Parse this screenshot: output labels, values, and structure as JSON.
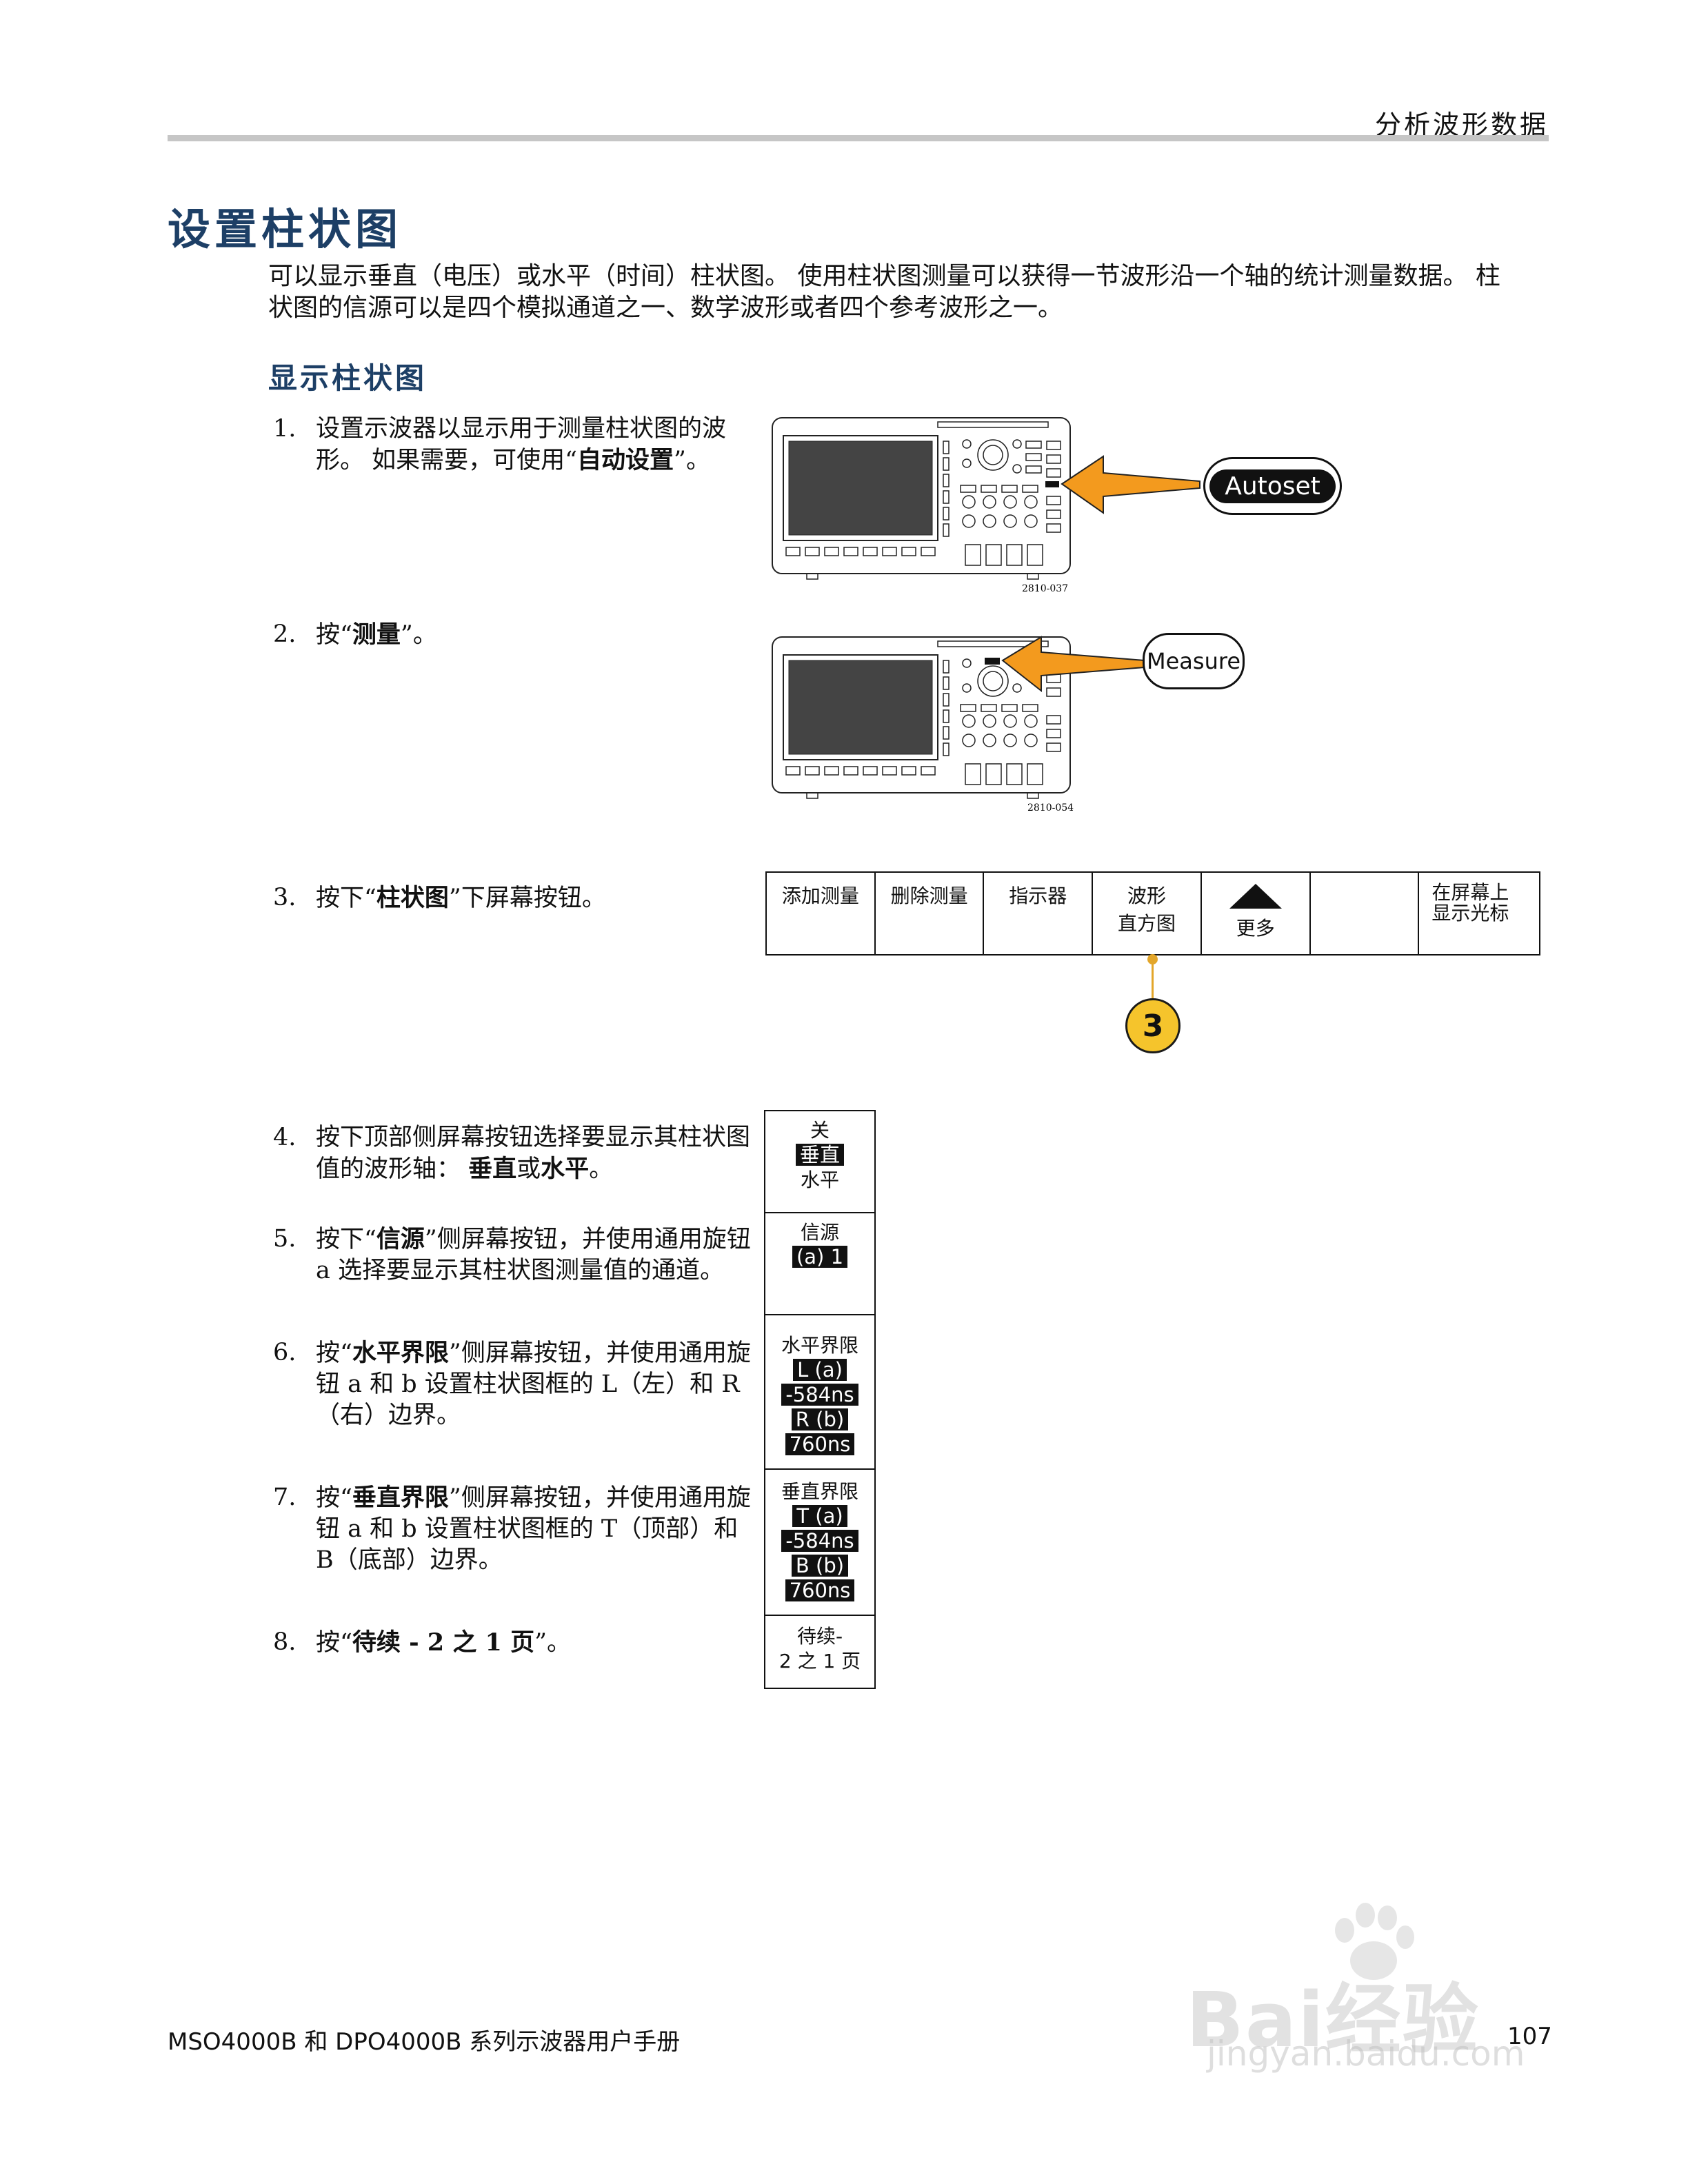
{
  "header": {
    "section": "分析波形数据"
  },
  "title": "设置柱状图",
  "intro": "可以显示垂直（电压）或水平（时间）柱状图。 使用柱状图测量可以获得一节波形沿一个轴的统计测量数据。 柱状图的信源可以是四个模拟通道之一、数学波形或者四个参考波形之一。",
  "subtitle": "显示柱状图",
  "steps": [
    {
      "num": "1.",
      "pre": "设置示波器以显示用于测量柱状图的波形。 如果需要，可使用“",
      "bold": "自动设置",
      "post": "”。"
    },
    {
      "num": "2.",
      "pre": "按“",
      "bold": "测量",
      "post": "”。"
    },
    {
      "num": "3.",
      "pre": "按下“",
      "bold": "柱状图",
      "post": "”下屏幕按钮。"
    },
    {
      "num": "4.",
      "pre": "按下顶部侧屏幕按钮选择要显示其柱状图值的波形轴： ",
      "bold": "垂直",
      "mid": "或",
      "bold2": "水平",
      "post": "。"
    },
    {
      "num": "5.",
      "pre": "按下“",
      "bold": "信源",
      "post": "”侧屏幕按钮，并使用通用旋钮 a 选择要显示其柱状图测量值的通道。"
    },
    {
      "num": "6.",
      "pre": "按“",
      "bold": "水平界限",
      "post": "”侧屏幕按钮，并使用通用旋钮 a 和 b 设置柱状图框的 L（左）和 R（右）边界。"
    },
    {
      "num": "7.",
      "pre": "按“",
      "bold": "垂直界限",
      "post": "”侧屏幕按钮，并使用通用旋钮 a 和 b 设置柱状图框的 T（顶部）和 B（底部）边界。"
    },
    {
      "num": "8.",
      "pre": "按“",
      "bold": "待续 - 2 之 1 页",
      "post": "”。"
    }
  ],
  "figures": {
    "fig1_id": "2810-037",
    "fig2_id": "2810-054",
    "autoset_label": "Autoset",
    "measure_label": "Measure"
  },
  "bottom_menu": [
    {
      "line1": "添加测量",
      "line2": ""
    },
    {
      "line1": "删除测量",
      "line2": ""
    },
    {
      "line1": "指示器",
      "line2": ""
    },
    {
      "line1": "波形",
      "line2": "直方图"
    },
    {
      "line1": "",
      "line2": "更多"
    },
    {
      "line1": "",
      "line2": ""
    },
    {
      "line1": "在屏幕上",
      "line2": "显示光标"
    }
  ],
  "badge": "3",
  "side_menus": {
    "axis": {
      "off": "关",
      "vertical": "垂直",
      "horizontal": "水平"
    },
    "source": {
      "label": "信源",
      "value": "(a) 1"
    },
    "hlimits": {
      "label": "水平界限",
      "a": "L (a)",
      "a_val": "-584ns",
      "b": "R (b)",
      "b_val": "760ns"
    },
    "vlimits": {
      "label": "垂直界限",
      "a": "T (a)",
      "a_val": "-584ns",
      "b": "B (b)",
      "b_val": "760ns"
    },
    "cont": {
      "line1": "待续-",
      "line2": "2 之 1 页"
    }
  },
  "footer": {
    "manual": "MSO4000B 和 DPO4000B 系列示波器用户手册",
    "page": "107"
  },
  "watermark": {
    "brand": "Bai经验",
    "url": "jingyan.baidu.com"
  },
  "colors": {
    "heading": "#1d3f66",
    "arrow": "#f39a1e",
    "badge": "#f5c42c"
  }
}
